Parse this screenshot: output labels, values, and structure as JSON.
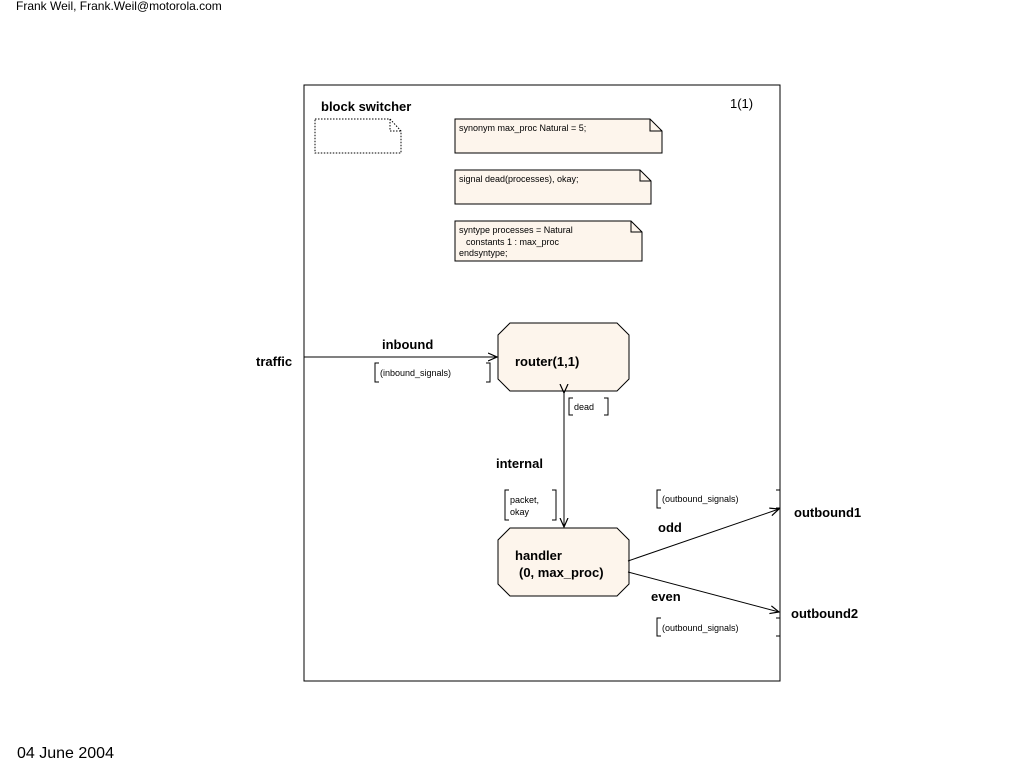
{
  "header": {
    "author": "Frank Weil, Frank.Weil@motorola.com"
  },
  "footer": {
    "date": "04 June 2004"
  },
  "diagram": {
    "title": "block switcher",
    "page_number": "1(1)",
    "text_symbols": {
      "synonym": "synonym max_proc Natural = 5;",
      "signal": "signal dead(processes), okay;",
      "syntype_line1": "syntype processes = Natural",
      "syntype_line2": "constants 1 : max_proc",
      "syntype_line3": "endsyntype;"
    },
    "processes": {
      "router": "router(1,1)",
      "handler_line1": "handler",
      "handler_line2": "(0, max_proc)"
    },
    "gates": {
      "traffic": "traffic",
      "outbound1": "outbound1",
      "outbound2": "outbound2"
    },
    "channels": {
      "inbound": "inbound",
      "internal": "internal",
      "odd": "odd",
      "even": "even"
    },
    "signal_lists": {
      "inbound_signals": "(inbound_signals)",
      "dead": "dead",
      "packet": "packet,",
      "okay": "okay",
      "outbound_signals_odd": "(outbound_signals)",
      "outbound_signals_even": "(outbound_signals)"
    }
  }
}
